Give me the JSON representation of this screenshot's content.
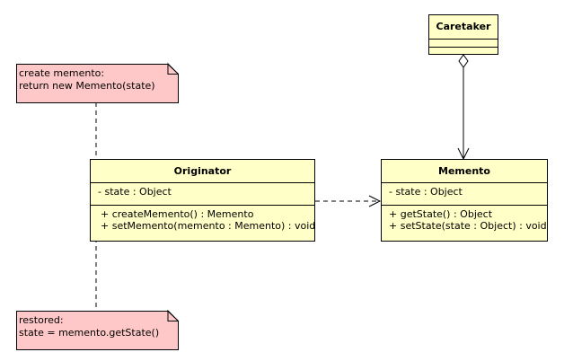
{
  "caretaker": {
    "name": "Caretaker"
  },
  "originator": {
    "name": "Originator",
    "attributes": [
      "- state : Object"
    ],
    "operations": [
      "+ createMemento() : Memento",
      "+ setMemento(memento : Memento) : void"
    ]
  },
  "memento": {
    "name": "Memento",
    "attributes": [
      "- state : Object"
    ],
    "operations": [
      "+ getState() : Object",
      "+ setState(state : Object) : void"
    ]
  },
  "note_create": {
    "lines": [
      "create memento:",
      "return new Memento(state)"
    ]
  },
  "note_restore": {
    "lines": [
      "restored:",
      "state = memento.getState()"
    ]
  },
  "colors": {
    "class_fill": "#ffffc7",
    "note_fill": "#ffc8c8",
    "line": "#000000"
  }
}
